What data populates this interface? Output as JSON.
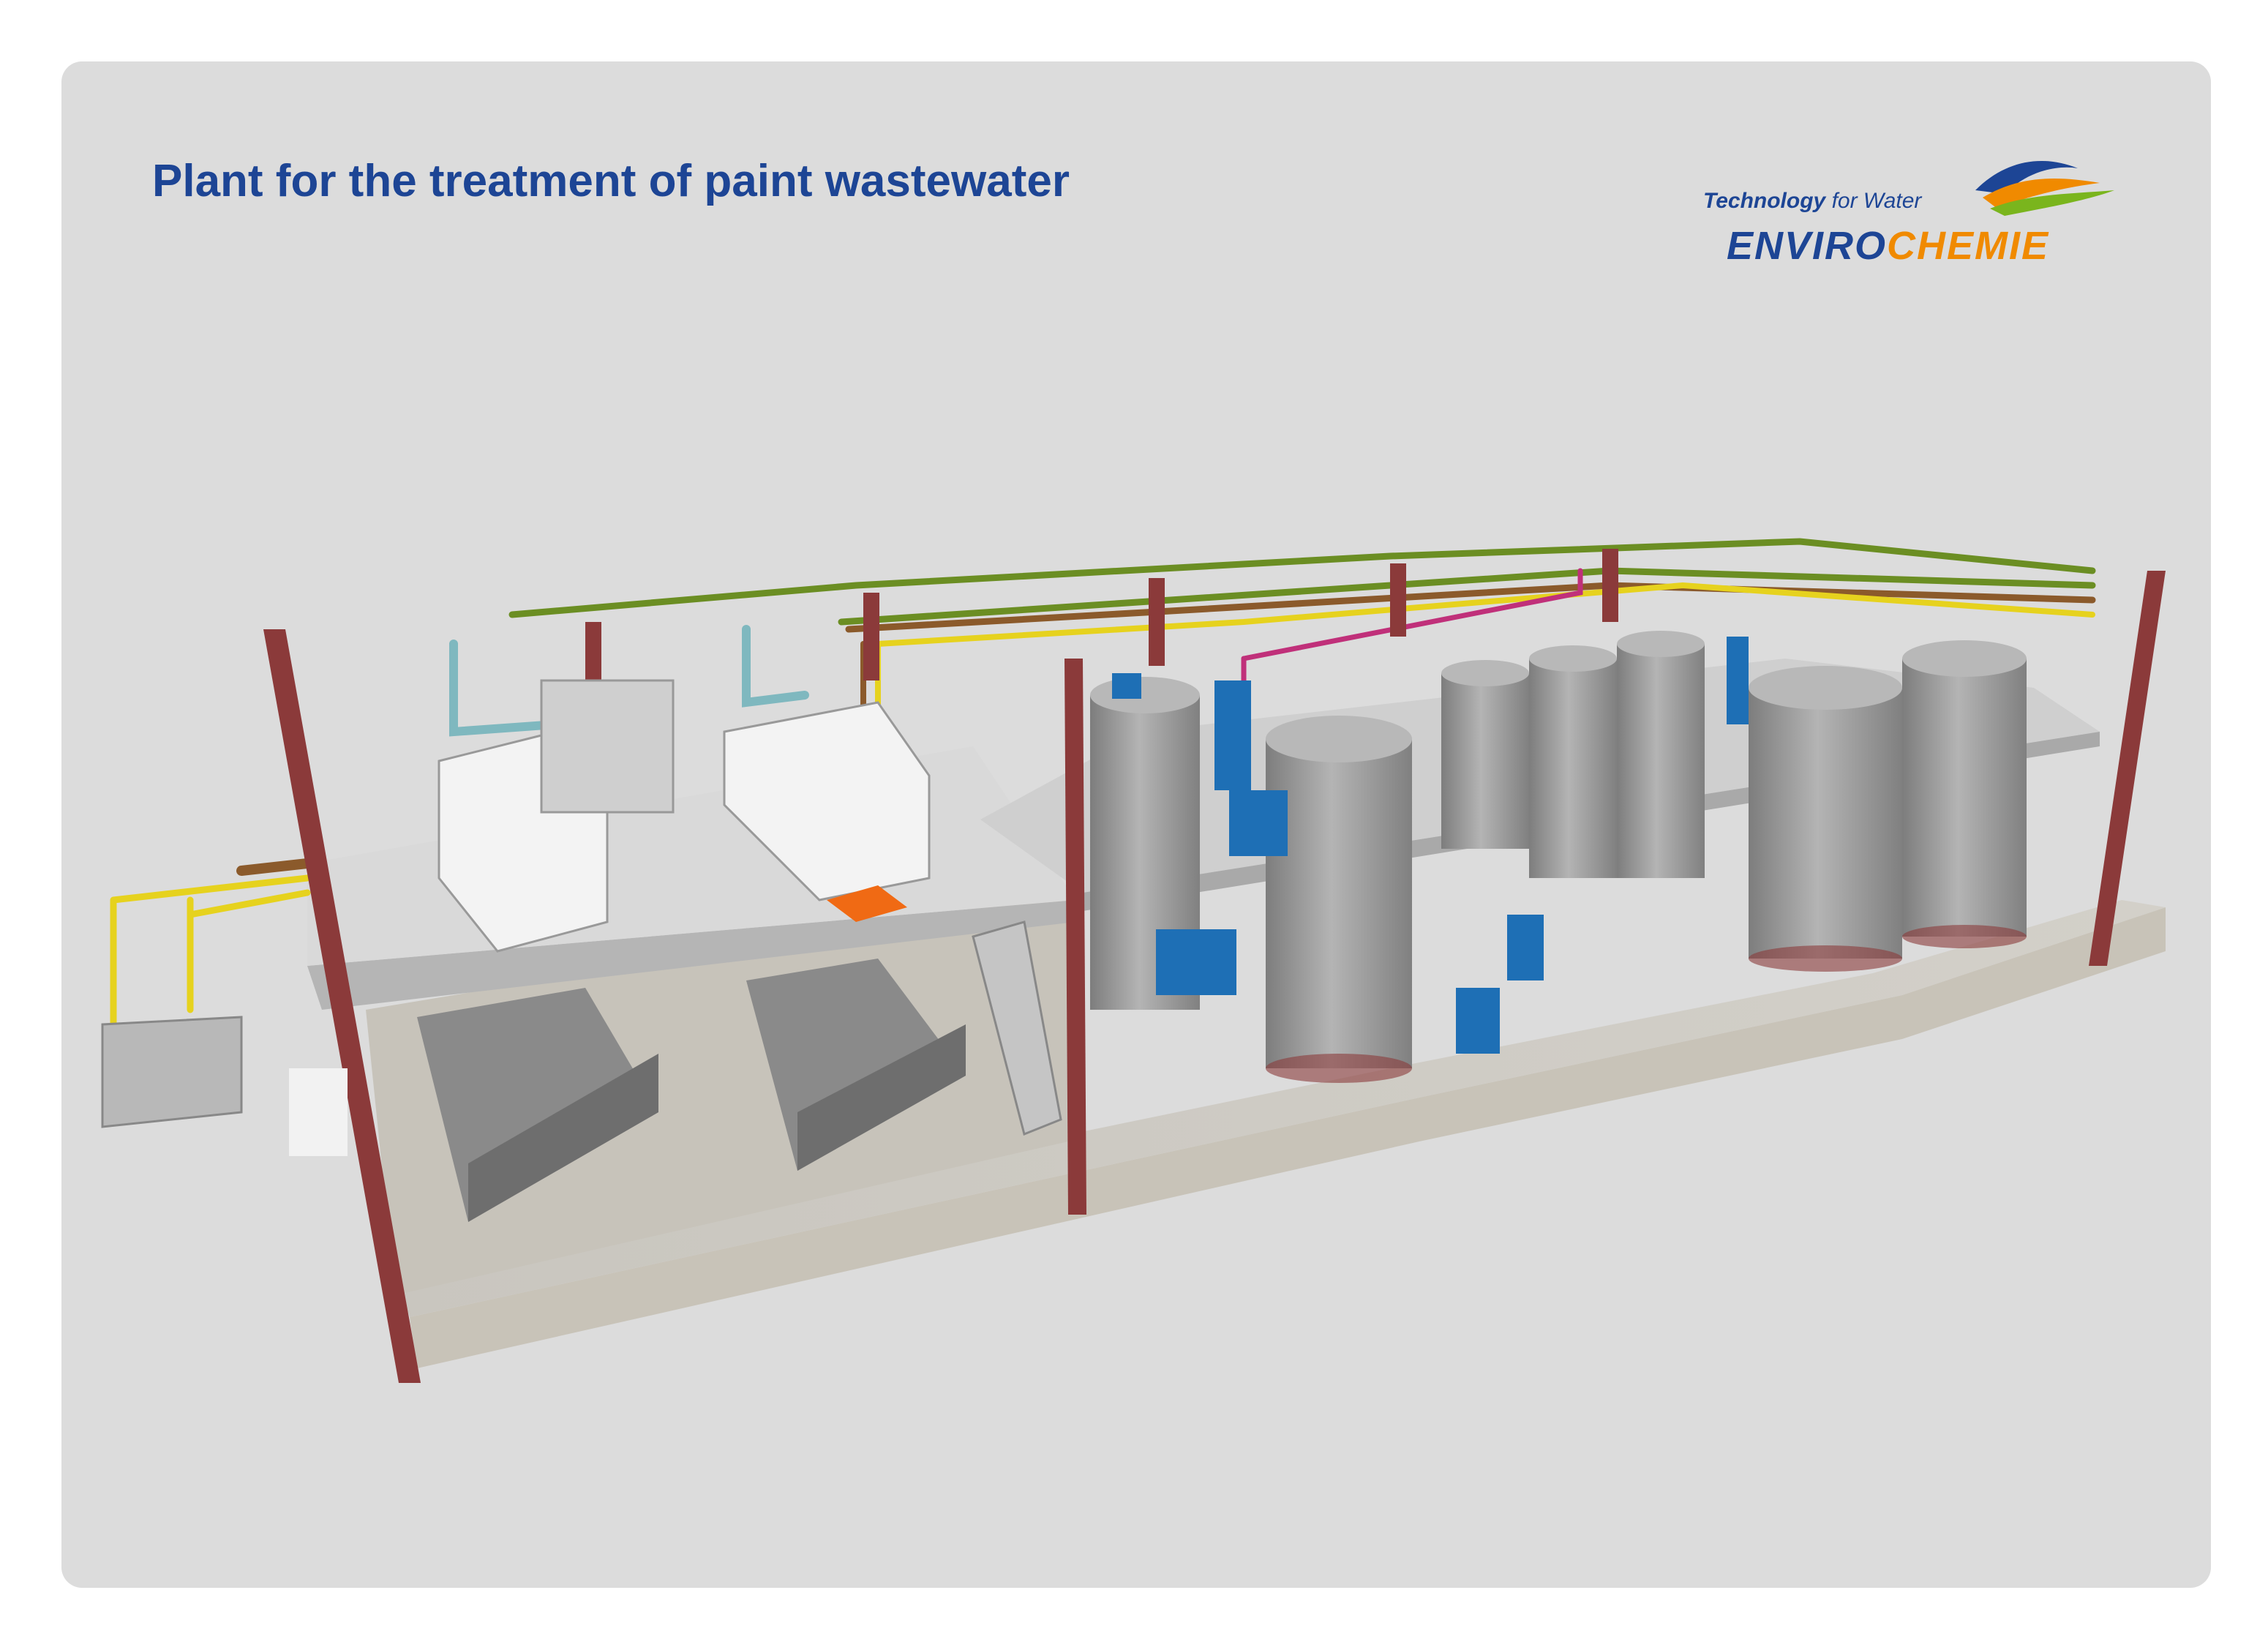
{
  "title": "Plant for the treatment of paint wastewater",
  "logo": {
    "tagline_prefix": "Technology",
    "tagline_suffix": " for Water",
    "brand_part1": "ENVIRO",
    "brand_part2": "CHEMIE",
    "icon": "wave-logo-icon"
  },
  "colors": {
    "title": "#1d4595",
    "brand_blue": "#1d4595",
    "brand_orange": "#f08a00",
    "brand_green": "#7ab51d",
    "panel_bg": "#dcdcdc",
    "columns": "#8b3a3a",
    "pipe_green": "#6b8e23",
    "pipe_brown": "#8b5a2b",
    "pipe_yellow": "#e6d21e",
    "pipe_teal": "#7fb8bf",
    "pipe_magenta": "#c0307a",
    "pump_blue": "#1e6fb5",
    "tank_gray": "#9a9a9a"
  }
}
